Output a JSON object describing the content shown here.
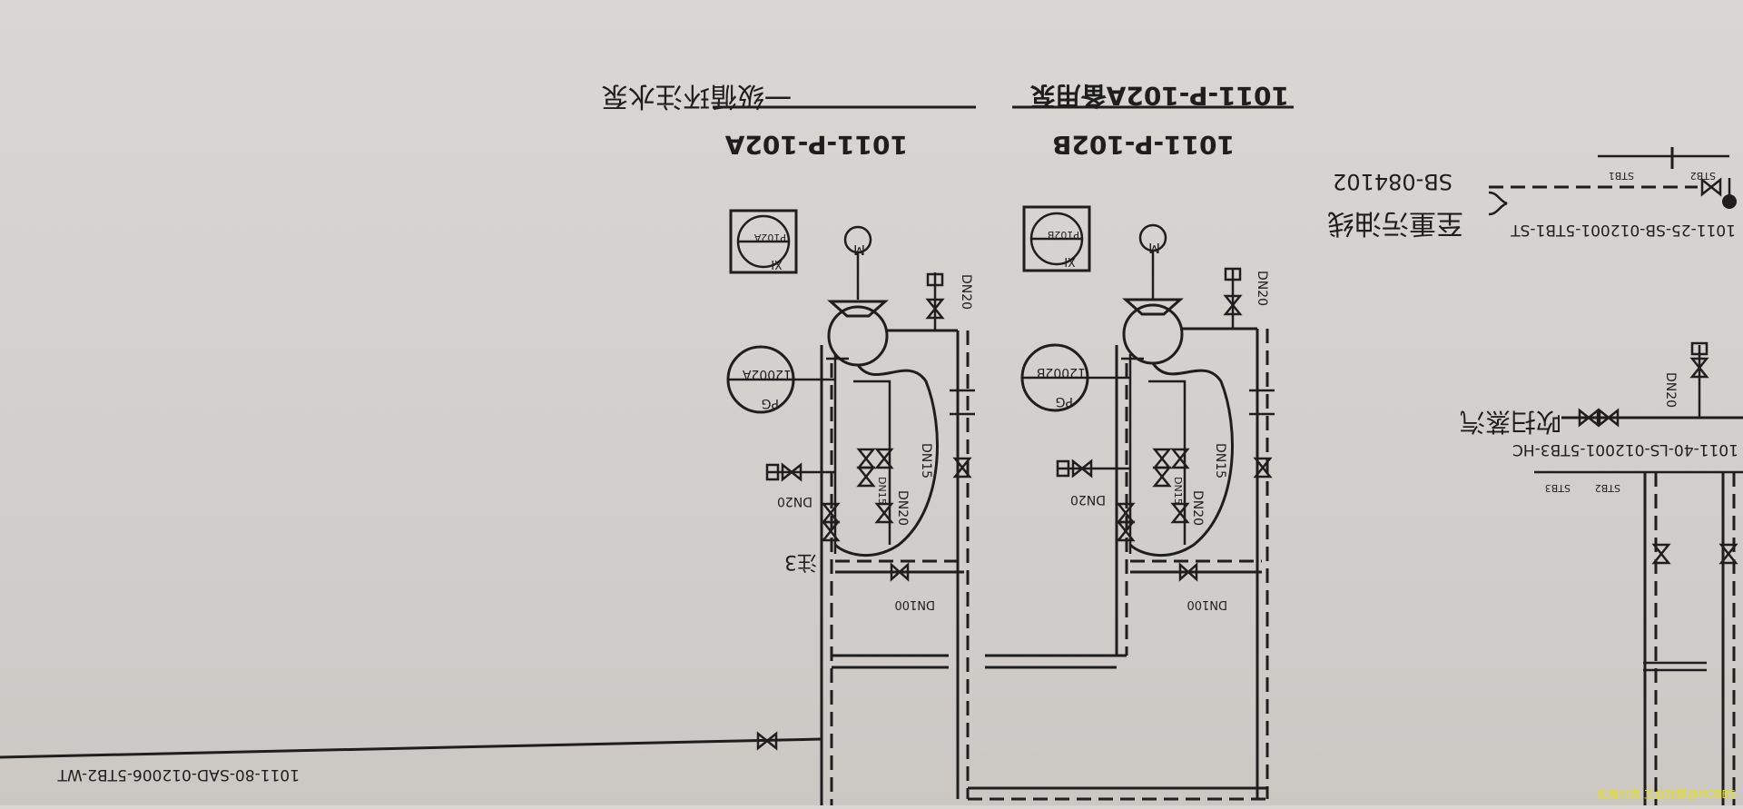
{
  "title_a_line1": "一级循环注水泵",
  "title_a_line2": "1011-P-102A",
  "title_b_line1": "1011-P-102A备用泵",
  "title_b_line2": "1011-P-102B",
  "motor_label": "M",
  "tag_a_top": "XI",
  "tag_a_bottom": "P102A",
  "tag_b_top": "XI",
  "tag_b_bottom": "P102B",
  "pg_a_top": "PG",
  "pg_a_bottom": "12002A",
  "pg_b_top": "PG",
  "pg_b_bottom": "12002B",
  "dn20": "DN20",
  "dn15": "DN15",
  "dn100": "DN100",
  "note_3": "注3",
  "sb_number": "SB-084102",
  "sewage_line": "至重污油线",
  "line_sb": "1011-25-SB-012001-5TB1-ST",
  "steam_purge": "吹扫蒸汽",
  "line_ls": "1011-40-LS-012001-5TB3-HC",
  "line_sad": "1011-80-SAD-012006-5TB2-WT",
  "stb1": "STB1",
  "stb2": "STB2",
  "stb3": "STB3",
  "watermark": "化海川流 工业社群@HCBBS"
}
